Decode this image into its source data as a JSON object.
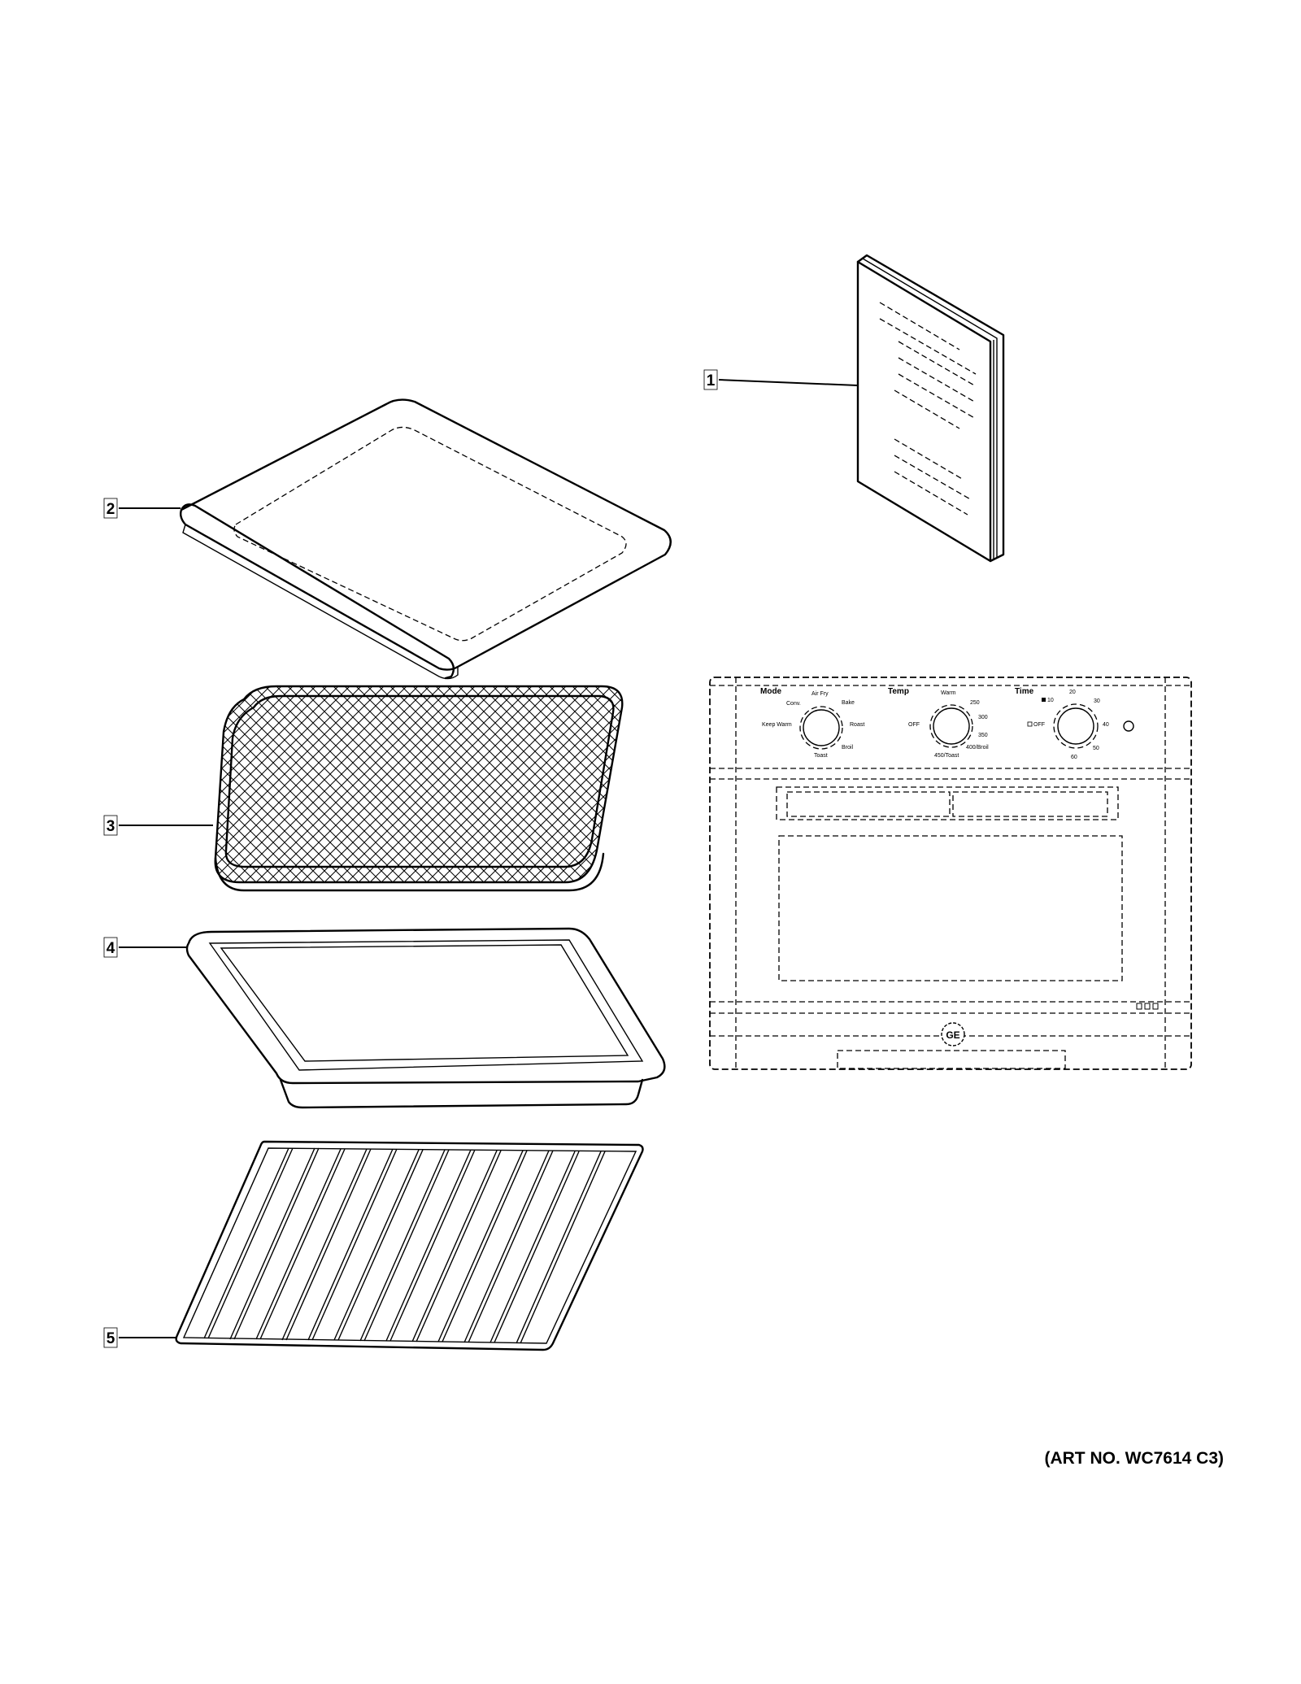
{
  "diagram": {
    "callouts": [
      {
        "id": "1",
        "label": "1"
      },
      {
        "id": "2",
        "label": "2"
      },
      {
        "id": "3",
        "label": "3"
      },
      {
        "id": "4",
        "label": "4"
      },
      {
        "id": "5",
        "label": "5"
      }
    ],
    "control_panel": {
      "mode": {
        "title": "Mode",
        "options": [
          "Air Fry",
          "Bake",
          "Roast",
          "Broil",
          "Toast",
          "Keep Warm",
          "Conv."
        ]
      },
      "temp": {
        "title": "Temp",
        "options": [
          "Warm",
          "250",
          "300",
          "350",
          "400/Broil",
          "450/Toast",
          "OFF"
        ]
      },
      "time": {
        "title": "Time",
        "options": [
          "10",
          "20",
          "30",
          "40",
          "50",
          "60",
          "OFF"
        ]
      },
      "brand_logo": "GE"
    },
    "art_number": "(ART NO. WC7614 C3)"
  }
}
